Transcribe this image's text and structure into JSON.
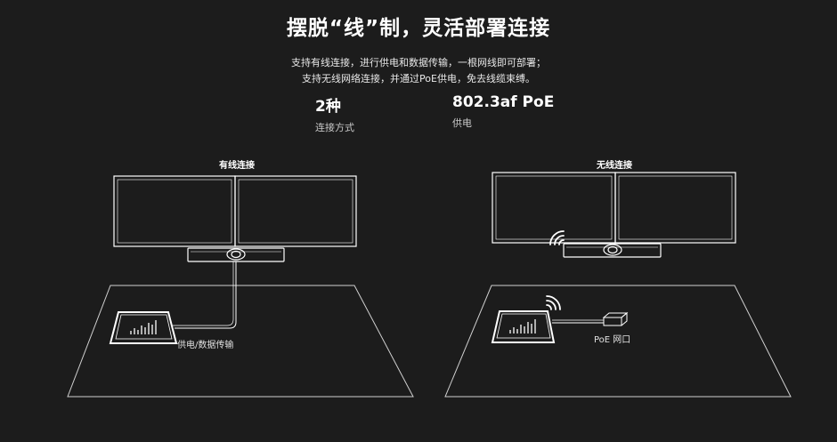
{
  "headline": "摆脱“线”制，灵活部署连接",
  "description": {
    "line1": "支持有线连接，进行供电和数据传输，一根网线即可部署；",
    "line2": "支持无线网络连接，并通过PoE供电，免去线缆束缚。"
  },
  "stats": [
    {
      "value": "2种",
      "label": "连接方式"
    },
    {
      "value": "802.3af PoE",
      "label": "供电"
    }
  ],
  "scenes": {
    "wired": {
      "title": "有线连接",
      "callout": "供电/数据传输"
    },
    "wireless": {
      "title": "无线连接",
      "callout": "PoE 网口"
    }
  },
  "colors": {
    "background": "#1c1c1c",
    "line": "#ffffff",
    "text": "#ffffff"
  },
  "icons": [
    "display-icon",
    "soundbar-camera-icon",
    "touch-panel-icon",
    "wifi-signal-icon",
    "poe-switch-icon",
    "cable-icon"
  ]
}
